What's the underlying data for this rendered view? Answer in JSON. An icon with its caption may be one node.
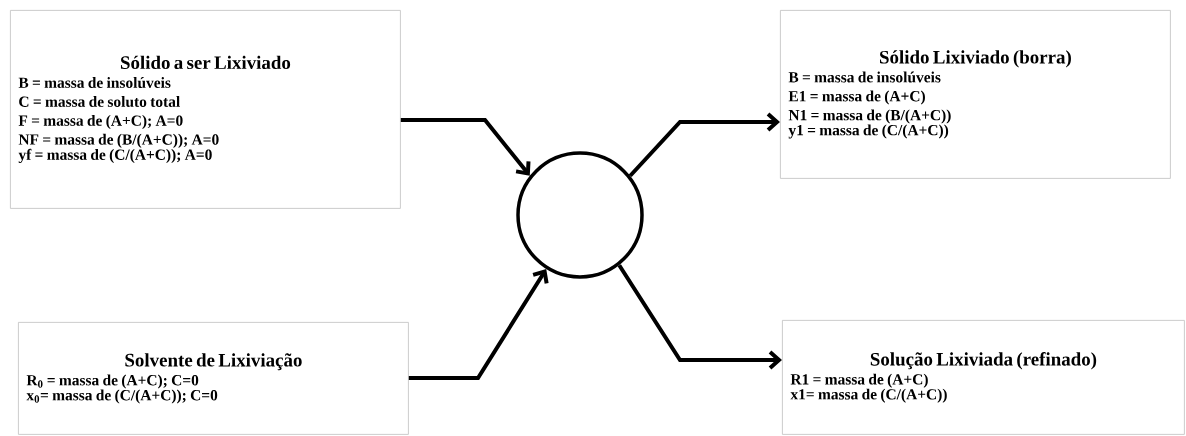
{
  "diagram": {
    "nodes": [
      {
        "text": [
          "Sólido a ser Lixiviado",
          "B = massa de insolúveis",
          "C = massa de soluto total",
          "F = massa de (A+C); A=0",
          "NF = massa de (B/(A+C)); A=0",
          "yf = massa de (C/(A+C)); A=0"
        ]
      },
      {
        "text": [
          "Sólido Lixiviado (borra)",
          "B = massa de insolúveis",
          "E1 = massa de (A+C)",
          "N1 = massa de (B/(A+C))",
          "y1 = massa de (C/(A+C))"
        ]
      },
      {
        "text": [],
        "shape": "circle"
      },
      {
        "text": [
          "Solvente de Lixiviação",
          "R$_{0}$ = massa de (A+C); C=0",
          "x$_{0}$= massa de (C/(A+C)); C=0"
        ]
      },
      {
        "text": [
          "Solução Lixiviada (refinado)",
          "R1 = massa de (A+C)",
          "x1= massa de (C/(A+C))"
        ]
      }
    ],
    "edges": [
      {
        "from": 0,
        "to": 2,
        "arrow": "to"
      },
      {
        "from": 3,
        "to": 2,
        "arrow": "to"
      },
      {
        "from": 2,
        "to": 1,
        "arrow": "to"
      },
      {
        "from": 2,
        "to": 4,
        "arrow": "to"
      }
    ]
  }
}
